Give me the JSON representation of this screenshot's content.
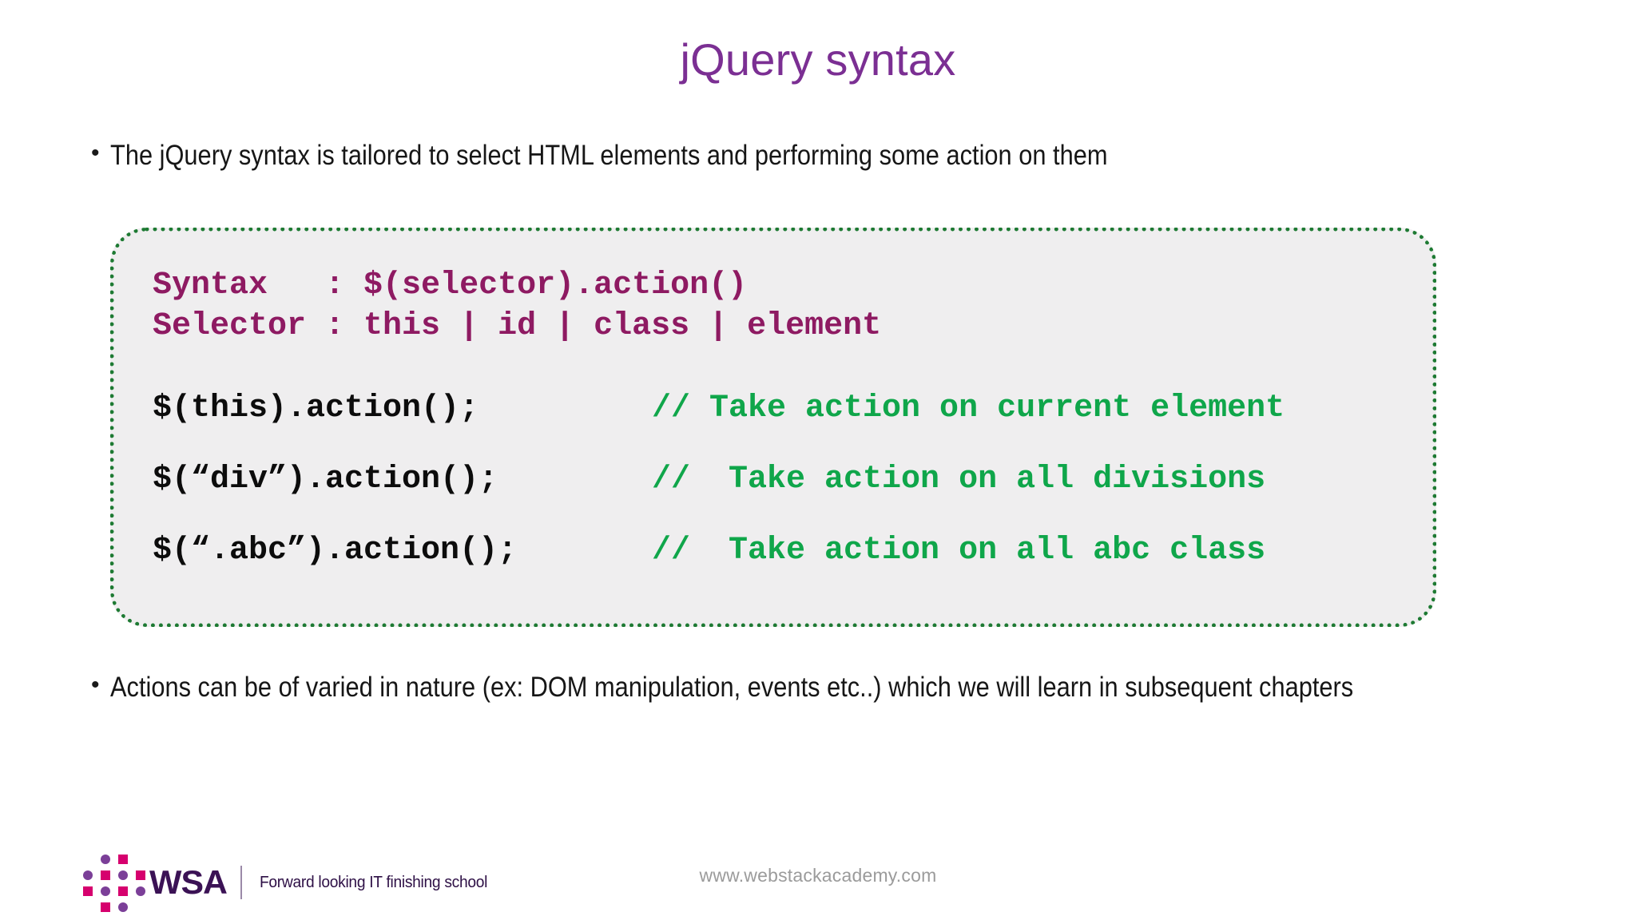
{
  "slide": {
    "title": "jQuery syntax",
    "title_color": "#7B2F93",
    "background": "#ffffff"
  },
  "bullets": [
    {
      "marker": "•",
      "text": "The jQuery syntax is tailored to select HTML elements and performing some action on them"
    },
    {
      "marker": "•",
      "text": "Actions can be of varied in nature (ex: DOM manipulation, events etc..) which we will learn in subsequent chapters"
    }
  ],
  "code_box": {
    "background": "#efeeef",
    "border_color": "#1e7a33",
    "border_style": "dotted",
    "header_color": "#8E1A62",
    "statement_color": "#0c0c0c",
    "comment_color": "#0FA64A",
    "header_lines": [
      "Syntax   : $(selector).action()",
      "Selector : this | id | class | element"
    ],
    "examples": [
      {
        "statement": "$(this).action();",
        "comment": "// Take action on current element"
      },
      {
        "statement": "$(“div”).action();",
        "comment": "//  Take action on all divisions"
      },
      {
        "statement": "$(“.abc”).action();",
        "comment": "//  Take action on all abc class"
      }
    ]
  },
  "footer": {
    "logo_word": "WSA",
    "logo_tagline": "Forward looking IT finishing school",
    "url": "www.webstackacademy.com",
    "logo_circle_color": "#7B3F98",
    "logo_square_color": "#D6006E",
    "logo_word_color": "#3B1255"
  }
}
